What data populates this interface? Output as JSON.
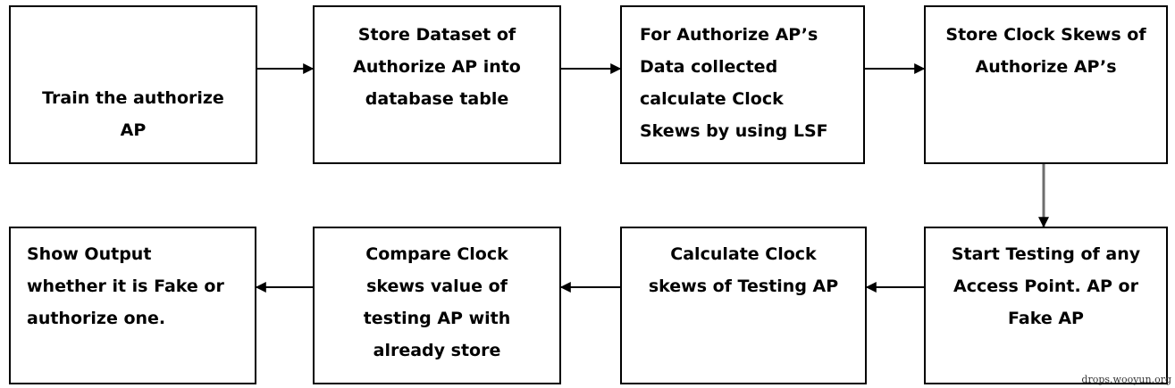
{
  "diagram": {
    "nodes": [
      {
        "id": "train",
        "lines": [
          "Train the authorize",
          "AP"
        ]
      },
      {
        "id": "store-dataset",
        "lines": [
          "Store Dataset of",
          "Authorize AP into",
          "database table"
        ]
      },
      {
        "id": "calc-authorized",
        "lines": [
          "For Authorize AP’s",
          "Data collected",
          "calculate Clock",
          "Skews by using LSF"
        ]
      },
      {
        "id": "store-skews",
        "lines": [
          "Store Clock Skews of",
          "Authorize AP’s"
        ]
      },
      {
        "id": "start-testing",
        "lines": [
          "Start Testing of any",
          "Access Point. AP or",
          "Fake AP"
        ]
      },
      {
        "id": "calc-testing",
        "lines": [
          "Calculate Clock",
          "skews of Testing AP"
        ]
      },
      {
        "id": "compare",
        "lines": [
          "Compare Clock",
          "skews value of",
          "testing AP with",
          "already store"
        ]
      },
      {
        "id": "show-output",
        "lines": [
          "Show Output",
          "whether it is Fake or",
          "authorize one."
        ]
      }
    ],
    "edges": [
      {
        "from": "train",
        "to": "store-dataset"
      },
      {
        "from": "store-dataset",
        "to": "calc-authorized"
      },
      {
        "from": "calc-authorized",
        "to": "store-skews"
      },
      {
        "from": "store-skews",
        "to": "start-testing"
      },
      {
        "from": "start-testing",
        "to": "calc-testing"
      },
      {
        "from": "calc-testing",
        "to": "compare"
      },
      {
        "from": "compare",
        "to": "show-output"
      }
    ],
    "colors": {
      "border": "#000000",
      "arrow": "#000000",
      "vertical_arrow": "#6e6e6e"
    }
  },
  "watermark": "drops.wooyun.org"
}
